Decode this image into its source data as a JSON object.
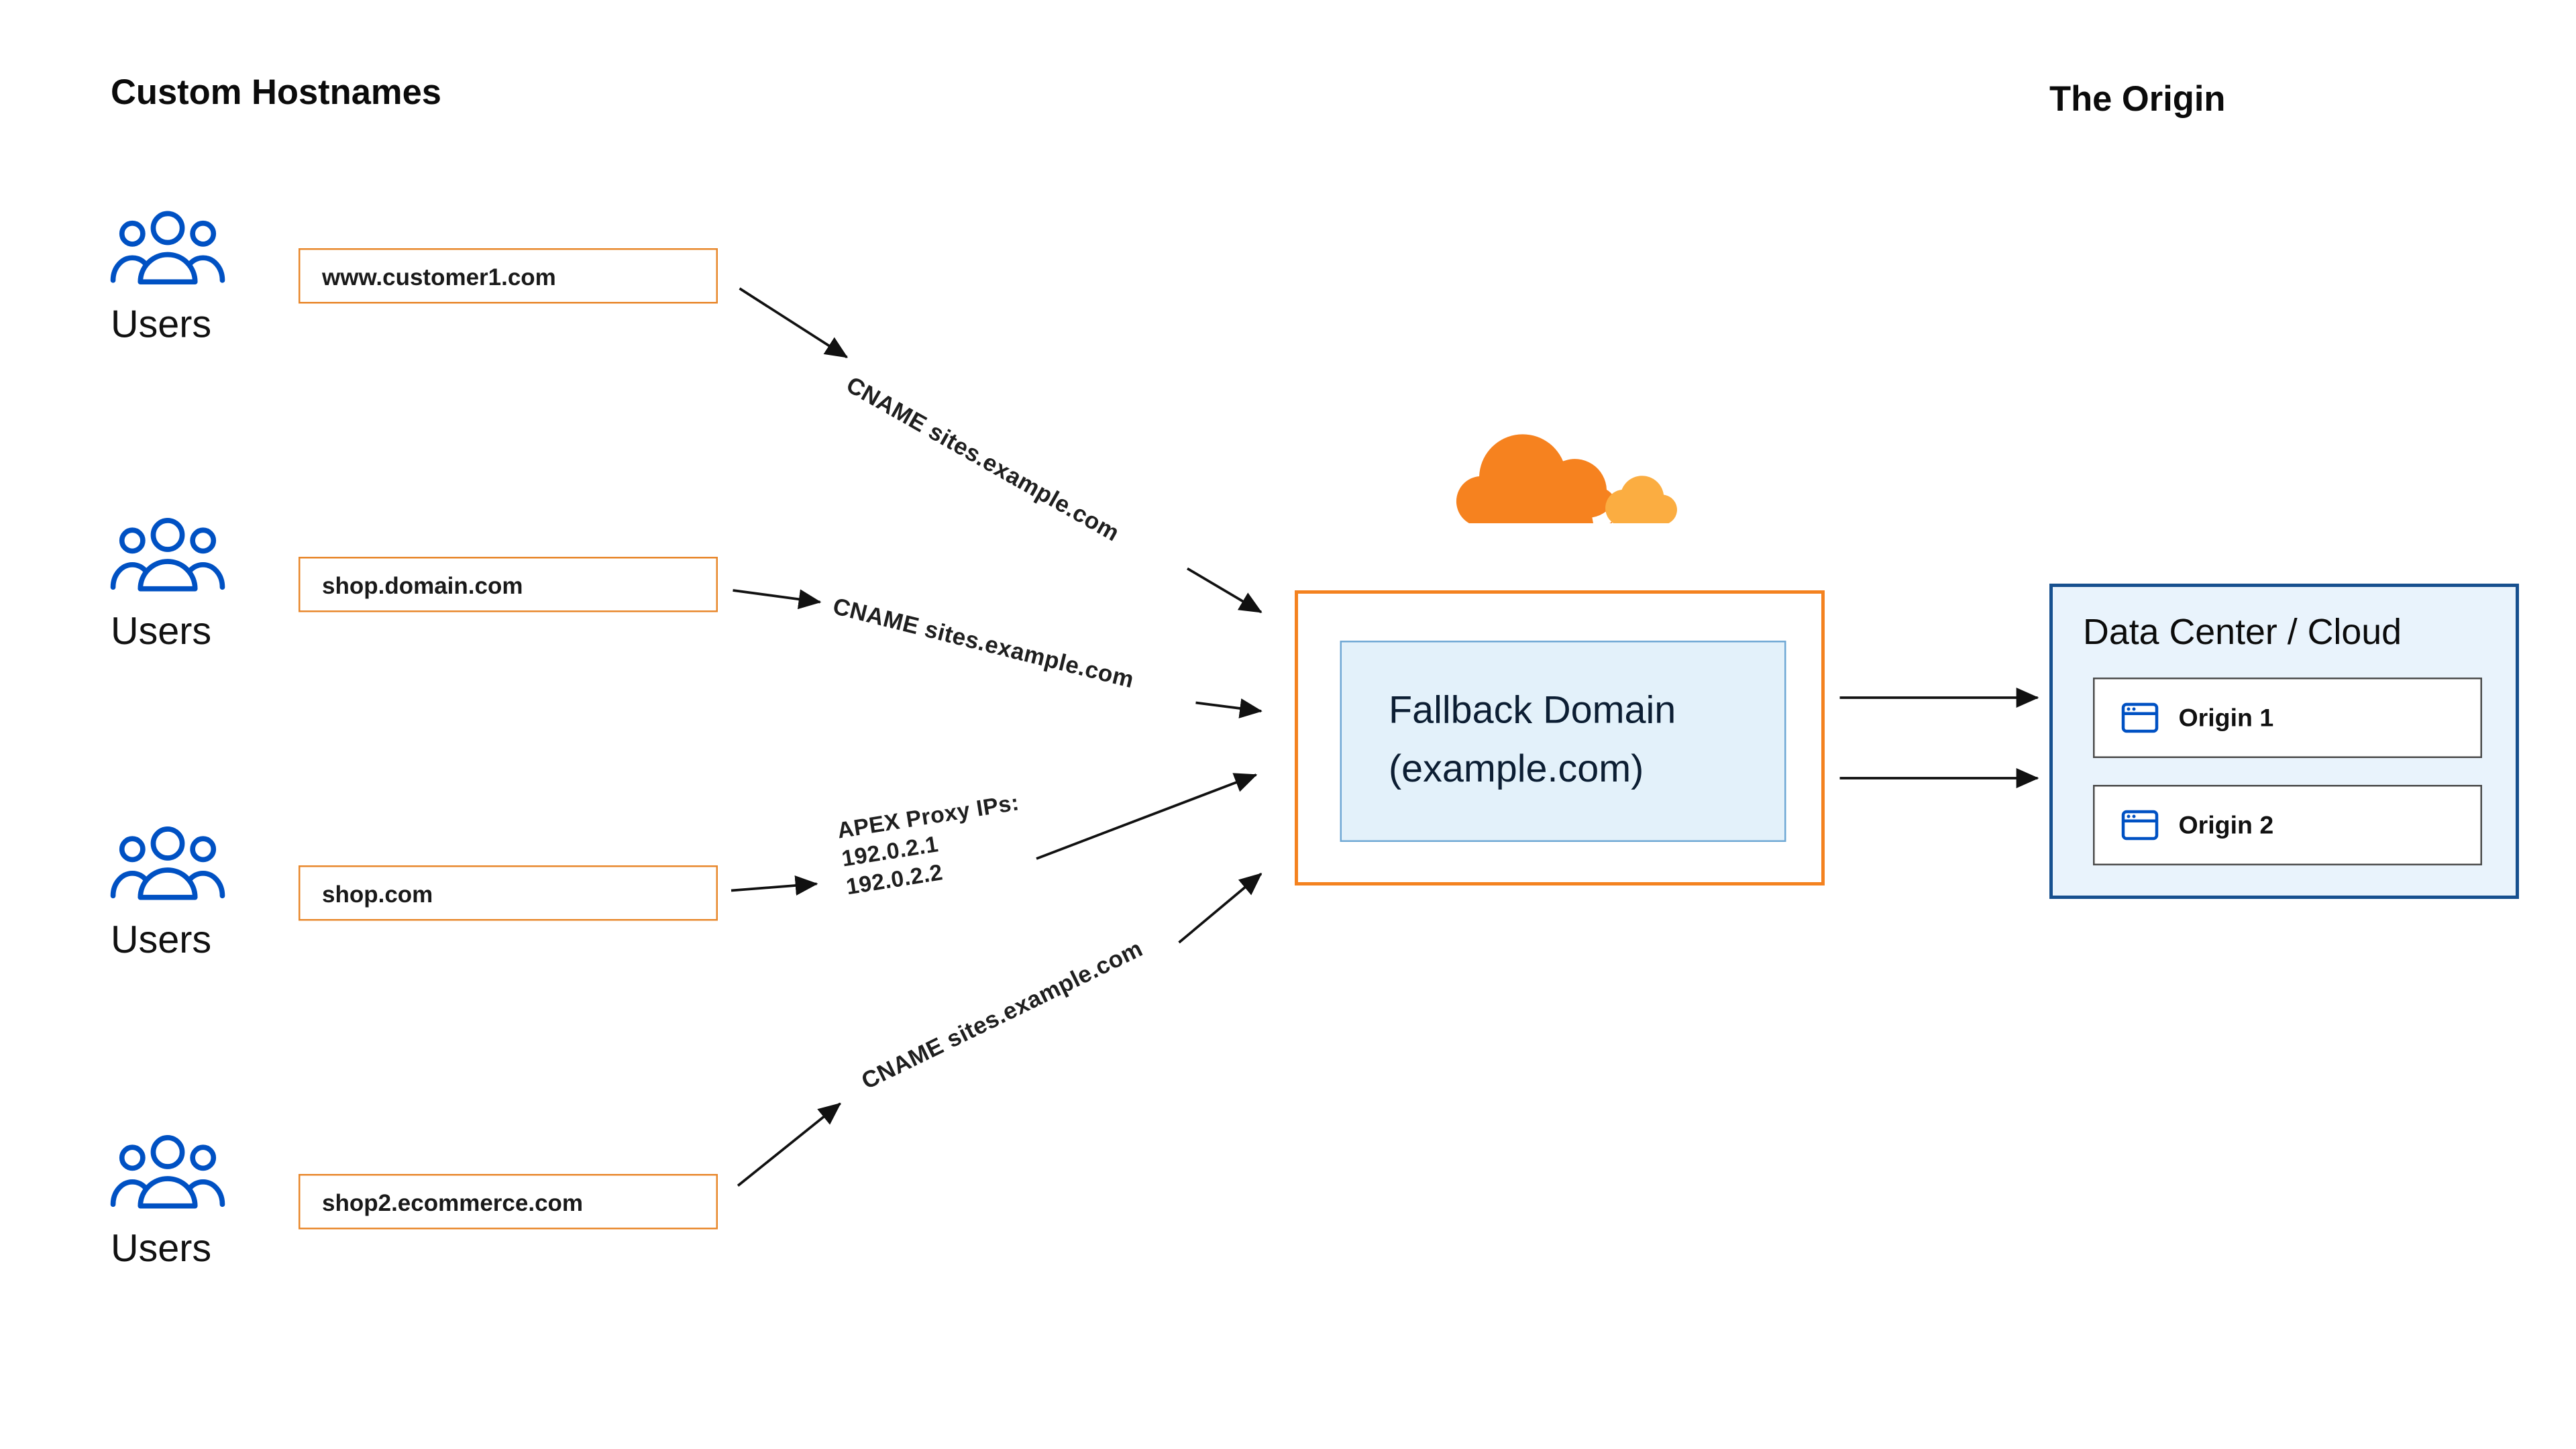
{
  "titles": {
    "left": "Custom Hostnames",
    "right": "The Origin"
  },
  "sources": [
    {
      "hostname": "www.customer1.com",
      "users_label": "Users"
    },
    {
      "hostname": "shop.domain.com",
      "users_label": "Users"
    },
    {
      "hostname": "shop.com",
      "users_label": "Users"
    },
    {
      "hostname": "shop2.ecommerce.com",
      "users_label": "Users"
    }
  ],
  "connections": [
    {
      "label": "CNAME sites.example.com"
    },
    {
      "label": "CNAME sites.example.com"
    },
    {
      "label": "APEX Proxy IPs:",
      "ip1": "192.0.2.1",
      "ip2": "192.0.2.2"
    },
    {
      "label": "CNAME sites.example.com"
    }
  ],
  "fallback": {
    "line1": "Fallback Domain",
    "line2": "(example.com)"
  },
  "datacenter": {
    "title": "Data Center / Cloud",
    "origins": [
      {
        "label": "Origin 1"
      },
      {
        "label": "Origin 2"
      }
    ]
  },
  "icons": {
    "users": "users-group-icon",
    "cloud_logo": "cloudflare-logo",
    "origin": "browser-window-icon"
  },
  "colors": {
    "brand_orange": "#F6821F",
    "brand_orange_light": "#FBAD41",
    "hostbox_border": "#E8872B",
    "icon_blue": "#0051C3",
    "datacenter_border": "#17508F",
    "datacenter_fill": "#E9F3FC",
    "fallback_fill": "#E3F1FA",
    "arrow": "#111111"
  }
}
